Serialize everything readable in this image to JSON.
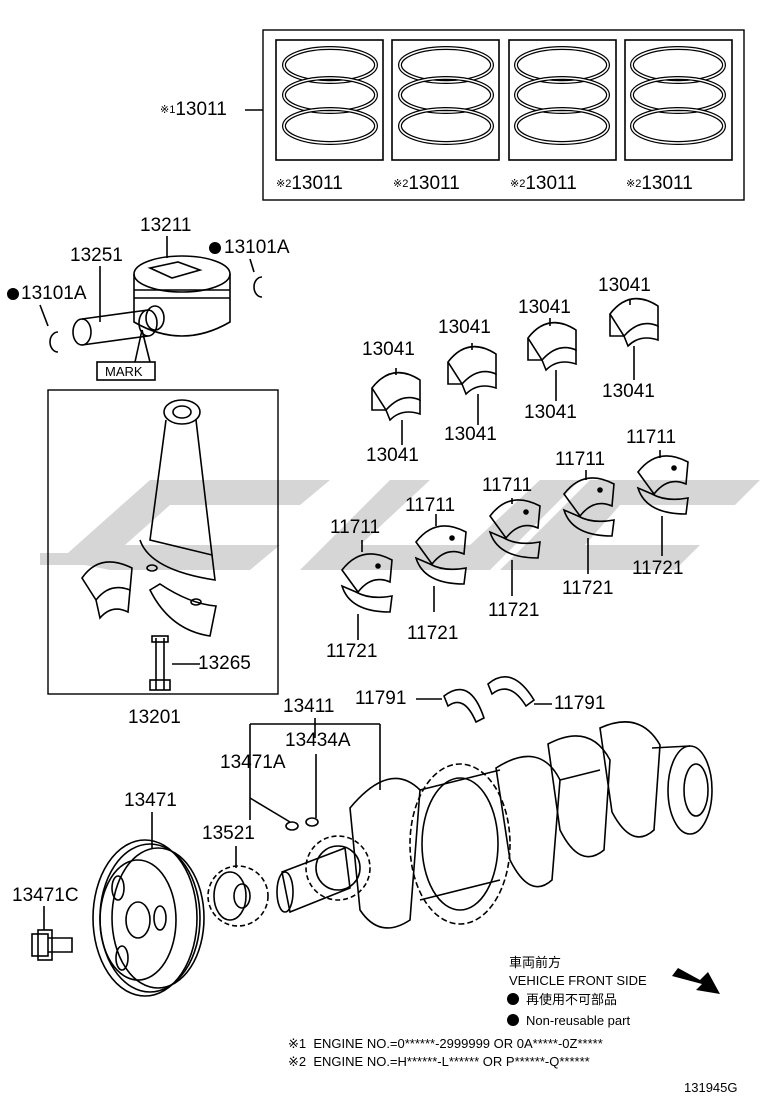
{
  "rings": {
    "main_marker": "※1",
    "main_part": "13011",
    "sub_marker": "※2",
    "sub_part": "13011"
  },
  "labels": {
    "piston": "13211",
    "pin": "13251",
    "snap_ring_r": "13101A",
    "snap_ring_l": "13101A",
    "mark": "MARK",
    "rod_assy": "13201",
    "rod_bolt": "13265",
    "rod_bearing": "13041",
    "main_bearing_upper": "11711",
    "main_bearing_lower": "11721",
    "thrust_washer": "11791",
    "crankshaft": "13411",
    "key_a": "13434A",
    "key_b": "13471A",
    "pulley": "13471",
    "pulley_bolt": "13471C",
    "sprocket": "13521"
  },
  "legend": {
    "jp_front": "車両前方",
    "en_front": "VEHICLE FRONT SIDE",
    "jp_nonreuse": "再使用不可部品",
    "en_nonreuse": "Non-reusable part",
    "note1_mark": "※1",
    "note1_text": "ENGINE NO.=0******-2999999 OR 0A*****-0Z*****",
    "note2_mark": "※2",
    "note2_text": "ENGINE NO.=H******-L****** OR P******-Q******"
  },
  "figure_id": "131945G",
  "colors": {
    "line": "#000000",
    "watermark": "#cccccc"
  }
}
